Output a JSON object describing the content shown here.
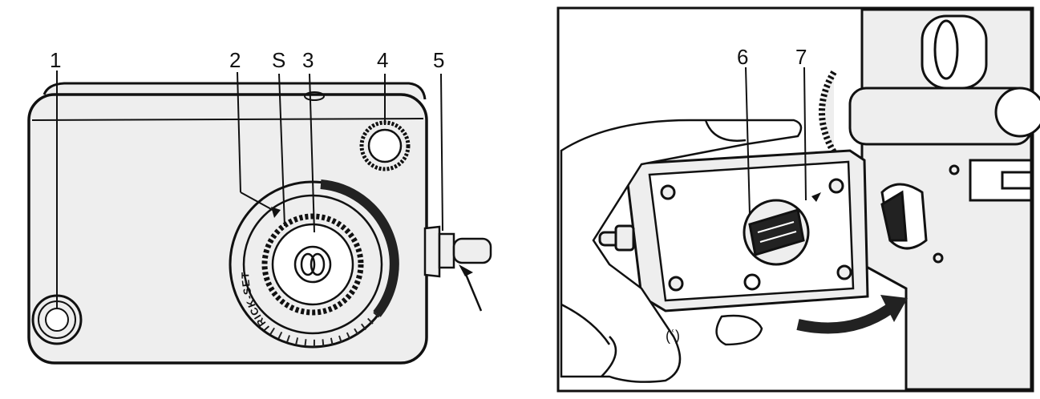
{
  "figure": {
    "left_panel": {
      "callouts": [
        {
          "id": "1",
          "text": "1"
        },
        {
          "id": "2",
          "text": "2"
        },
        {
          "id": "S",
          "text": "S"
        },
        {
          "id": "3",
          "text": "3"
        },
        {
          "id": "4",
          "text": "4"
        },
        {
          "id": "5",
          "text": "5"
        }
      ],
      "dial_ring_text": "TRICK-SET"
    },
    "right_panel": {
      "callouts": [
        {
          "id": "6",
          "text": "6"
        },
        {
          "id": "7",
          "text": "7"
        }
      ],
      "finger_note": "(ʿ)"
    },
    "colors": {
      "ink": "#111111",
      "paper": "#ffffff",
      "body": "#eeeeee"
    }
  }
}
